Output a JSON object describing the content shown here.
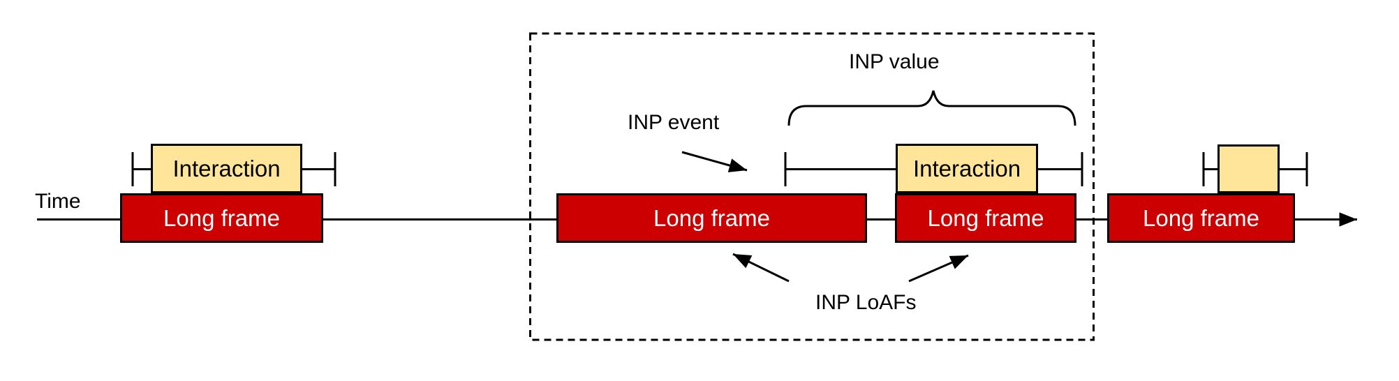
{
  "diagram": {
    "time_axis_label": "Time",
    "frames": [
      {
        "label": "Long frame"
      },
      {
        "label": "Long frame"
      },
      {
        "label": "Long frame"
      },
      {
        "label": "Long frame"
      }
    ],
    "interactions": [
      {
        "label": "Interaction"
      },
      {
        "label": "Interaction"
      },
      {
        "label": ""
      }
    ],
    "annotations": {
      "inp_event": "INP event",
      "inp_value": "INP value",
      "inp_loafs": "INP LoAFs"
    },
    "colors": {
      "long_frame_fill": "#cc0000",
      "long_frame_text": "#ffffff",
      "interaction_fill": "#ffe599",
      "stroke": "#000000",
      "background": "#ffffff"
    }
  }
}
